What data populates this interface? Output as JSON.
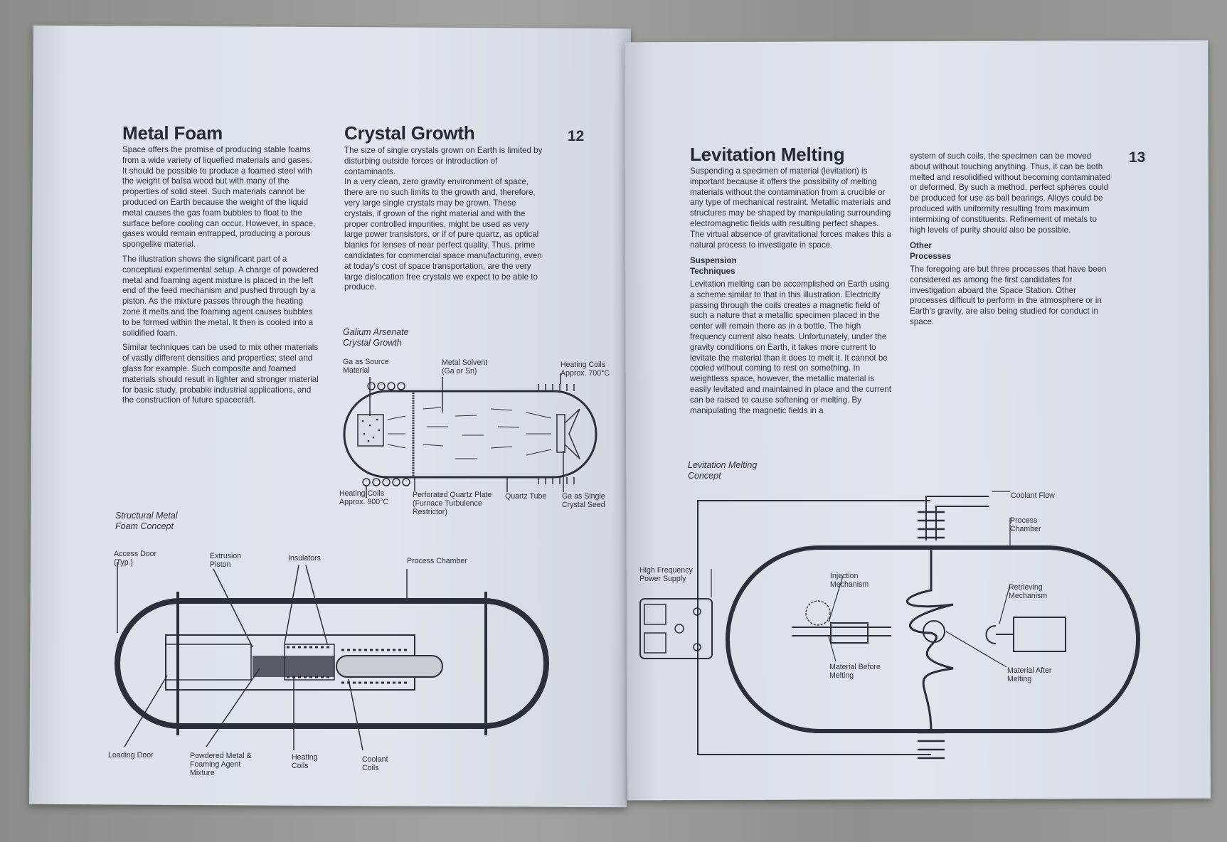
{
  "left_page": {
    "page_number": "12",
    "metal_foam": {
      "title": "Metal Foam",
      "paragraphs": [
        "Space offers the promise of producing stable foams from a wide variety of liquefied materials and gases. It should be possible to produce a foamed steel with the weight of balsa wood but with many of the properties of solid steel. Such materials cannot be produced on Earth because the weight of the liquid metal causes the gas foam bubbles to float to the surface before cooling can occur. However, in space, gases would remain entrapped, producing a porous spongelike material.",
        "The illustration shows the significant part of a conceptual experimental setup. A charge of powdered metal and foaming agent mixture is placed in the left end of the feed mechanism and pushed through by a piston. As the mixture passes through the heating zone it melts and the foaming agent causes bubbles to be formed within the metal. It then is cooled into a solidified foam.",
        "Similar techniques can be used to mix other materials of vastly different densities and properties; steel and glass for example. Such composite and foamed materials should result in lighter and stronger material for basic study, probable industrial applications, and the construction of future spacecraft."
      ],
      "diagram": {
        "caption": "Structural Metal Foam Concept",
        "labels": {
          "access_door": "Access Door (Typ.)",
          "extrusion_piston": "Extrusion Piston",
          "insulators": "Insulators",
          "process_chamber": "Process Chamber",
          "loading_door": "Loading Door",
          "powdered_metal": "Powdered Metal & Foaming Agent Mixture",
          "heating_coils": "Heating Coils",
          "coolant_coils": "Coolant Coils"
        }
      }
    },
    "crystal_growth": {
      "title": "Crystal Growth",
      "paragraphs": [
        "The size of single crystals grown on Earth is limited by disturbing outside forces or introduction of contaminants.",
        "In a very clean, zero gravity environment of space, there are no such limits to the growth and, therefore, very large single crystals may be grown. These crystals, if grown of the right material and with the proper controlled impurities, might be used as very large power transistors, or if of pure quartz, as optical blanks for lenses of near perfect quality. Thus, prime candidates for commercial space manufacturing, even at today's cost of space transportation, are the very large dislocation free crystals we expect to be able to produce."
      ],
      "diagram": {
        "caption": "Galium Arsenate Crystal Growth",
        "labels": {
          "source": "Ga as Source Material",
          "solvent": "Metal Solvent (Ga or Sn)",
          "coils_700": "Heating Coils Approx. 700°C",
          "coils_900": "Heating Coils Approx. 900°C",
          "plate": "Perforated Quartz Plate (Furnace Turbulence Restrictor)",
          "tube": "Quartz Tube",
          "seed": "Ga as Single Crystal Seed"
        }
      }
    }
  },
  "right_page": {
    "page_number": "13",
    "levitation": {
      "title": "Levitation Melting",
      "intro": "Suspending a specimen of material (levitation) is important because it offers the possibility of melting materials without the contamination from a crucible or any type of mechanical restraint. Metallic materials and structures may be shaped by manipulating surrounding electromagnetic fields with resulting perfect shapes. The virtual absence of gravitational forces makes this a natural process to investigate in space.",
      "subheading": "Suspension Techniques",
      "suspension": "Levitation melting can be accomplished on Earth using a scheme similar to that in this illustration. Electricity passing through the coils creates a magnetic field of such a nature that a metallic specimen placed in the center will remain there as in a bottle. The high frequency current also heats. Unfortunately, under the gravity conditions on Earth, it takes more current to levitate the material than it does to melt it. It cannot be cooled without coming to rest on something. In weightless space, however, the metallic material is easily levitated and maintained in place and the current can be raised to cause softening or melting. By manipulating the magnetic fields in a",
      "continued": "system of such coils, the specimen can be moved about without touching anything. Thus, it can be both melted and resolidified without becoming contaminated or deformed. By such a method, perfect spheres could be produced for use as ball bearings. Alloys could be produced with uniformity resulting from maximum intermixing of constituents. Refinement of metals to high levels of purity should also be possible.",
      "diagram": {
        "caption": "Levitation Melting Concept",
        "labels": {
          "coolant_flow": "Coolant Flow",
          "process_chamber": "Process Chamber",
          "power_supply": "High Frequency Power Supply",
          "injection": "Injection Mechanism",
          "retrieving": "Retrieving Mechanism",
          "before": "Material Before Melting",
          "after": "Material After Melting"
        }
      }
    },
    "other": {
      "subheading": "Other Processes",
      "text": "The foregoing are but three processes that have been considered as among the first candidates for investigation aboard the Space Station. Other processes difficult to perform in the atmosphere or in Earth's gravity, are also being studied for conduct in space."
    }
  }
}
